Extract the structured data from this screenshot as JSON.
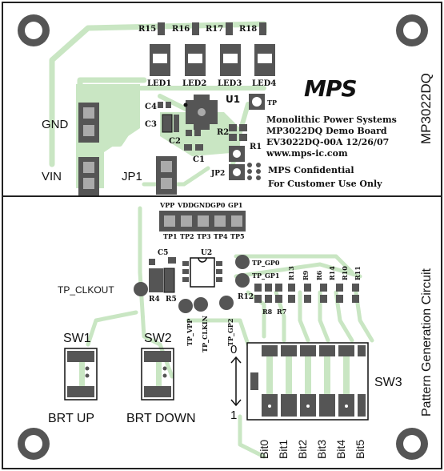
{
  "board": {
    "logo": "MPS",
    "part_vertical": "MP3022DQ",
    "company_lines": [
      "Monolithic Power Systems",
      "MP3022DQ Demo Board",
      "EV3022DQ-00A 12/26/07",
      "www.mps-ic.com"
    ],
    "confidential_lines": [
      "MPS Confidential",
      "For Customer Use Only"
    ],
    "section_vertical": "Pattern Generation Circuit"
  },
  "top": {
    "resistors": [
      "R15",
      "R16",
      "R17",
      "R18"
    ],
    "leds": [
      "LED1",
      "LED2",
      "LED3",
      "LED4"
    ],
    "gnd": "GND",
    "vin": "VIN",
    "jp1": "JP1",
    "jp2": "JP2",
    "u1": "U1",
    "tp": "TP",
    "c4": "C4",
    "c3": "C3",
    "c2": "C2",
    "c1": "C1",
    "r2": "R2",
    "r1": "R1"
  },
  "bottom": {
    "header_pins": [
      "VPP",
      "VDD",
      "GND",
      "GP0",
      "GP1"
    ],
    "tp_labels": [
      "TP1",
      "TP2",
      "TP3",
      "TP4",
      "TP5"
    ],
    "c5": "C5",
    "u2": "U2",
    "tp_gp0": "TP_GP0",
    "tp_gp1": "TP_GP1",
    "r_vertical": [
      "R13",
      "R9",
      "R6",
      "R14",
      "R10",
      "R11"
    ],
    "r12": "R12",
    "r8": "R8",
    "r7": "R7",
    "tp_clkout": "TP_CLKOUT",
    "r4": "R4",
    "r5": "R5",
    "tp_vpp": "TP_VPP",
    "tp_clkin": "TP_CLKIN",
    "tp_gp2": "TP_GP2",
    "sw1": "SW1",
    "sw2": "SW2",
    "sw3": "SW3",
    "brt_up": "BRT UP",
    "brt_down": "BRT DOWN",
    "sw3_top": "0",
    "sw3_bottom": "1",
    "bits": [
      "Bit0",
      "Bit1",
      "Bit2",
      "Bit3",
      "Bit4",
      "Bit5"
    ]
  },
  "colors": {
    "trace": "#c9e6c3",
    "silk": "#111111",
    "pad": "#555555",
    "board_outline": "#222222"
  }
}
